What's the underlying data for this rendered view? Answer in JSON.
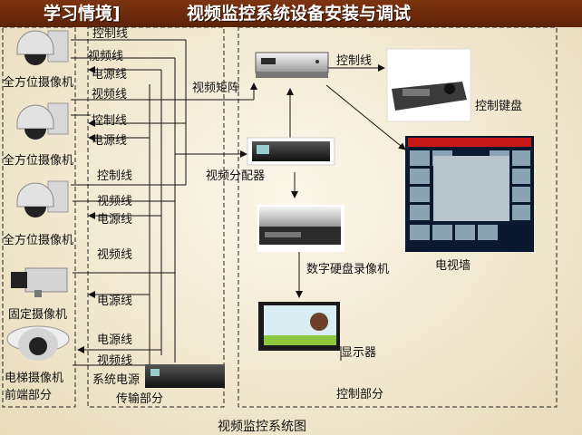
{
  "header": {
    "section": "学习情境]",
    "title": "视频监控系统设备安装与调试"
  },
  "cameras": [
    {
      "label": "全方位摄像机",
      "icon": "dome-camera-icon"
    },
    {
      "label": "全方位摄像机",
      "icon": "dome-camera-icon"
    },
    {
      "label": "全方位摄像机",
      "icon": "dome-camera-icon"
    },
    {
      "label": "固定摄像机",
      "icon": "box-camera-icon"
    },
    {
      "label": "电梯摄像机",
      "icon": "elevator-camera-icon"
    }
  ],
  "cable_labels": {
    "c1_control": "控制线",
    "c1_video": "视频线",
    "c1_power": "电源线",
    "c1_video2": "视频线",
    "c2_control": "控制线",
    "c2_power": "电源线",
    "c3_control": "控制线",
    "c3_video": "视频线",
    "c3_power": "电源线",
    "c4_video": "视频线",
    "c4_power": "电源线",
    "c5_power": "电源线",
    "c5_video": "视频线",
    "system_power": "系统电源",
    "matrix_keyboard": "控制线"
  },
  "devices": {
    "video_matrix": "视频矩阵",
    "video_distributor": "视频分配器",
    "control_keyboard": "控制键盘",
    "tv_wall": "电视墙",
    "dvr": "数字硬盘录像机",
    "display": "显示器"
  },
  "sections": {
    "front": "前端部分",
    "transmission": "传输部分",
    "control": "控制部分"
  },
  "caption": "视频监控系统图"
}
